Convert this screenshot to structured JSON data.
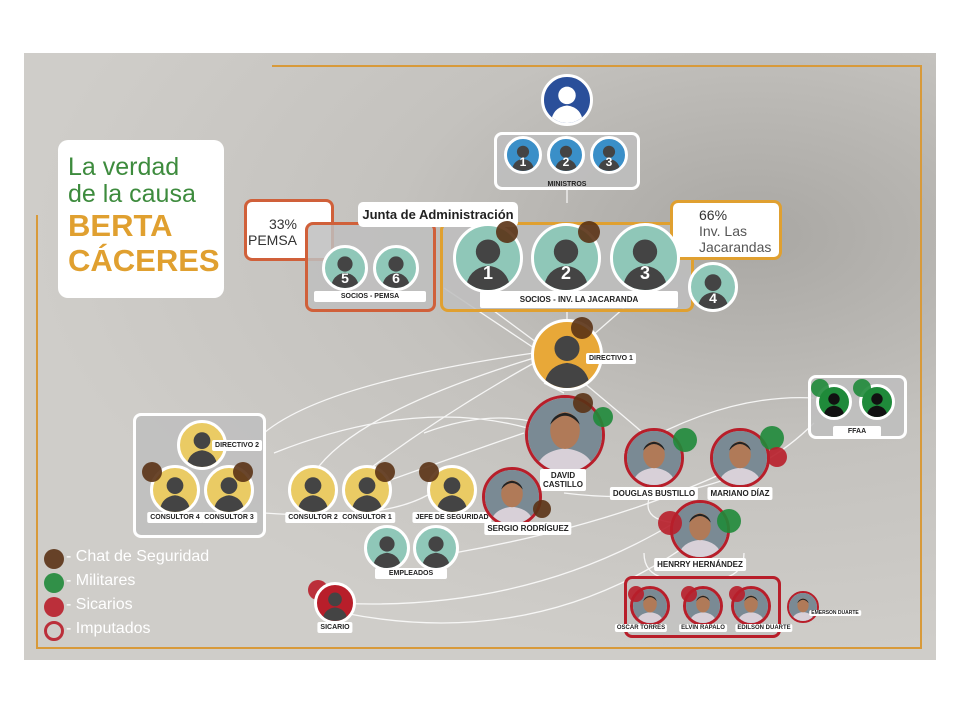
{
  "title": {
    "line1": "La verdad",
    "line2": "de la causa",
    "line3": "BERTA",
    "line4": "CÁCERES"
  },
  "ministros": {
    "label": "MINISTROS",
    "numbers": [
      "1",
      "2",
      "3"
    ]
  },
  "junta": {
    "label": "Junta de Administración"
  },
  "pemsa": {
    "percent": "33%",
    "name": "PEMSA",
    "socios_label": "SOCIOS  -  PEMSA",
    "numbers": [
      "5",
      "6"
    ]
  },
  "jacaranda": {
    "percent": "66%",
    "name_line1": "Inv. Las",
    "name_line2": "Jacarandas",
    "socios_label": "SOCIOS  -  INV. LA JACARANDA",
    "numbers": [
      "1",
      "2",
      "3",
      "4"
    ]
  },
  "directivo1": "DIRECTIVO 1",
  "directivo2": "DIRECTIVO 2",
  "consultores": [
    "CONSULTOR 4",
    "CONSULTOR 3",
    "CONSULTOR 2",
    "CONSULTOR 1"
  ],
  "jefe": "JEFE DE SEGURIDAD",
  "empleados": "EMPLEADOS",
  "sicario": "SICARIO",
  "imputados": {
    "david_line1": "DAVID",
    "david_line2": "CASTILLO",
    "sergio": "SERGIO RODRÍGUEZ",
    "douglas": "DOUGLAS BUSTILLO",
    "mariano": "MARIANO DÍAZ",
    "henrry": "HENRRY HERNÁNDEZ",
    "oscar": "OSCAR TORRES",
    "elvin": "ELVIN RAPALO",
    "edilson": "EDILSON DUARTE",
    "emerson": "EMERSON DUARTE"
  },
  "ffaa": "FFAA",
  "legend": [
    {
      "label": "- Chat de Seguridad",
      "color": "#5a3215"
    },
    {
      "label": "- Militares",
      "color": "#1f8a3a"
    },
    {
      "label": "- Sicarios",
      "color": "#b81e2a"
    },
    {
      "label": "- Imputados",
      "color": "#b81e2a"
    }
  ]
}
